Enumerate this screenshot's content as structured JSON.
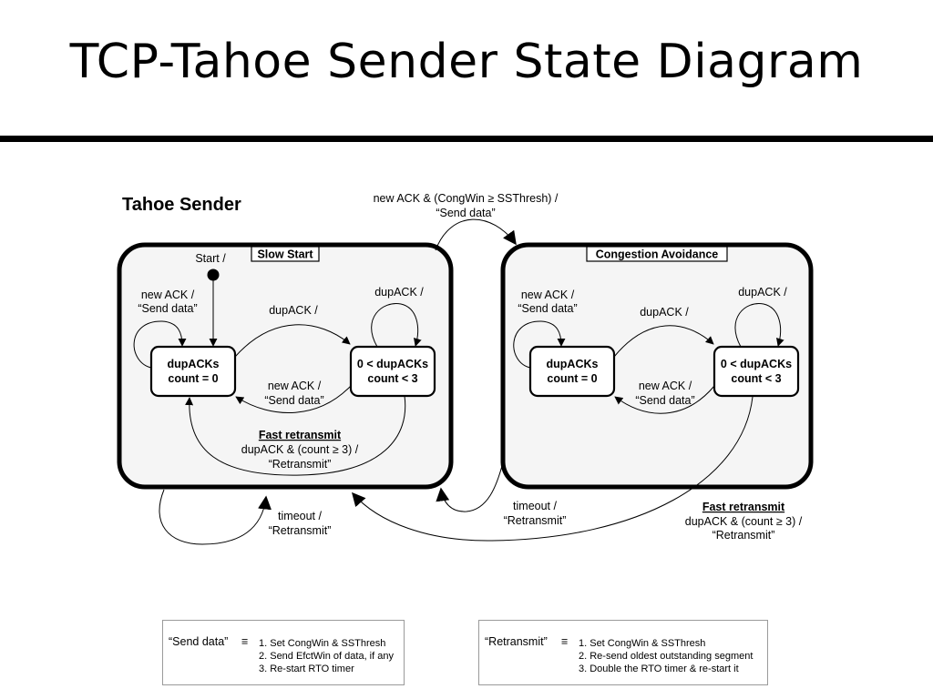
{
  "title": "TCP-Tahoe Sender State Diagram",
  "diagram": {
    "heading": "Tahoe Sender",
    "slow_start": {
      "title": "Slow Start",
      "start_label": "Start /",
      "state_a": [
        "dupACKs",
        "count = 0"
      ],
      "state_b": [
        "0 < dupACKs",
        "count < 3"
      ],
      "self_loop_a": [
        "new ACK /",
        "“Send data”"
      ],
      "self_loop_b": "dupACK /",
      "a_to_b": "dupACK /",
      "b_to_a": [
        "new ACK /",
        "“Send data”"
      ],
      "fast_retransmit": [
        "Fast retransmit",
        "dupACK & (count ≥ 3) /",
        "“Retransmit”"
      ]
    },
    "congestion_avoidance": {
      "title": "Congestion Avoidance",
      "state_a": [
        "dupACKs",
        "count = 0"
      ],
      "state_b": [
        "0 < dupACKs",
        "count < 3"
      ],
      "self_loop_a": [
        "new ACK /",
        "“Send data”"
      ],
      "self_loop_b": "dupACK /",
      "a_to_b": "dupACK /",
      "b_to_a": [
        "new ACK /",
        "“Send data”"
      ],
      "fast_retransmit": [
        "Fast retransmit",
        "dupACK & (count ≥ 3) /",
        "“Retransmit”"
      ]
    },
    "ss_to_ca": [
      "new ACK & (CongWin ≥ SSThresh) /",
      "“Send data”"
    ],
    "timeout_ss": [
      "timeout /",
      "“Retransmit”"
    ],
    "timeout_ca": [
      "timeout /",
      "“Retransmit”"
    ]
  },
  "legend": {
    "send_data": {
      "key": "“Send data”",
      "symbol": "≡",
      "items": [
        "1. Set CongWin & SSThresh",
        "2. Send EfctWin of data, if any",
        "3. Re-start RTO timer"
      ]
    },
    "retransmit": {
      "key": "“Retransmit”",
      "symbol": "≡",
      "items": [
        "1. Set CongWin & SSThresh",
        "2. Re-send oldest outstanding segment",
        "3. Double the RTO timer & re-start it"
      ]
    }
  },
  "colors": {
    "ink": "#000000",
    "box_fill": "#f5f5f5",
    "legend_border": "#9a9a9a"
  }
}
